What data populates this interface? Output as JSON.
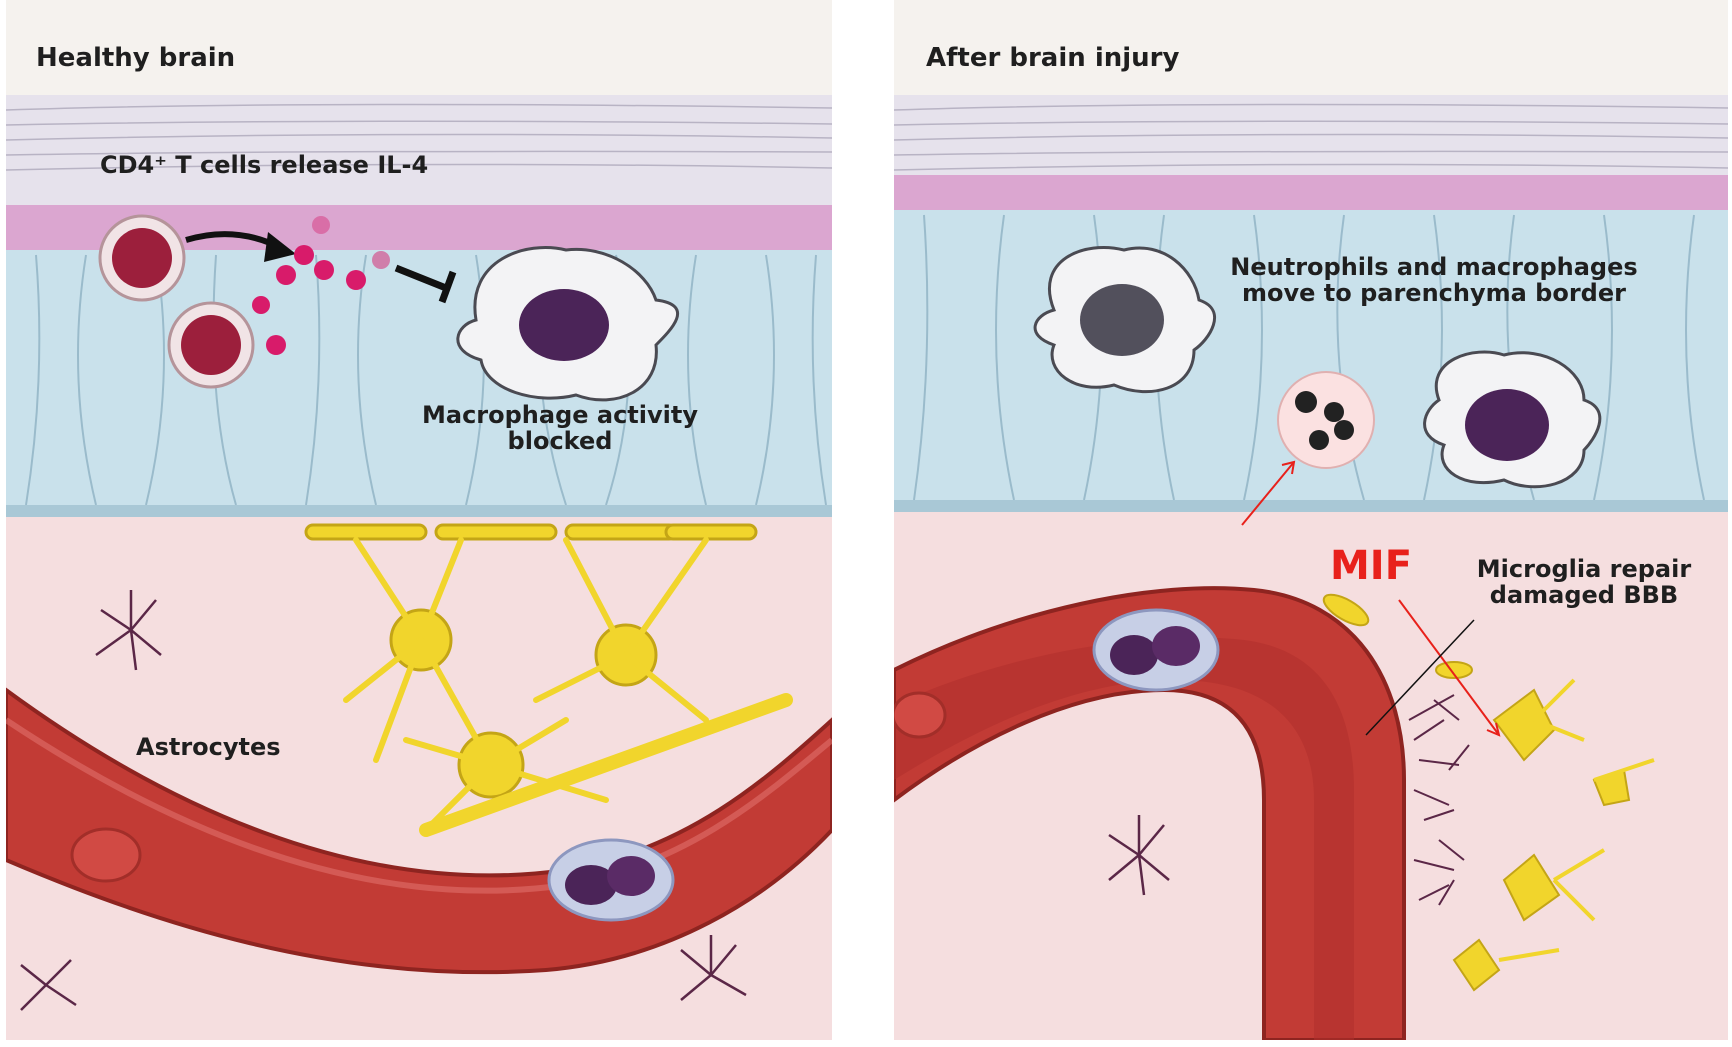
{
  "panels": {
    "left": {
      "title": "Healthy brain",
      "label_tcells": "CD4⁺ T cells release IL-4",
      "label_macrophage_line1": "Macrophage activity",
      "label_macrophage_line2": "blocked",
      "label_astrocytes": "Astrocytes"
    },
    "right": {
      "title": "After brain injury",
      "label_neutro_line1": "Neutrophils and macrophages",
      "label_neutro_line2": "move to parenchyma border",
      "label_mif": "MIF",
      "label_microglia_line1": "Microglia repair",
      "label_microglia_line2": "damaged BBB"
    }
  },
  "colors": {
    "meninges_top": "#e9e4ef",
    "pia_layer": "#d7a7cf",
    "perivascular_space": "#c8e0ea",
    "parenchyma": "#f6e0e0",
    "vessel": "#c23b35",
    "astrocyte": "#f1d52c",
    "t_cell": "#9c1f3c",
    "il4": "#d81b6a",
    "nucleus": "#4b2458",
    "mif_annotation": "#e8211b"
  }
}
